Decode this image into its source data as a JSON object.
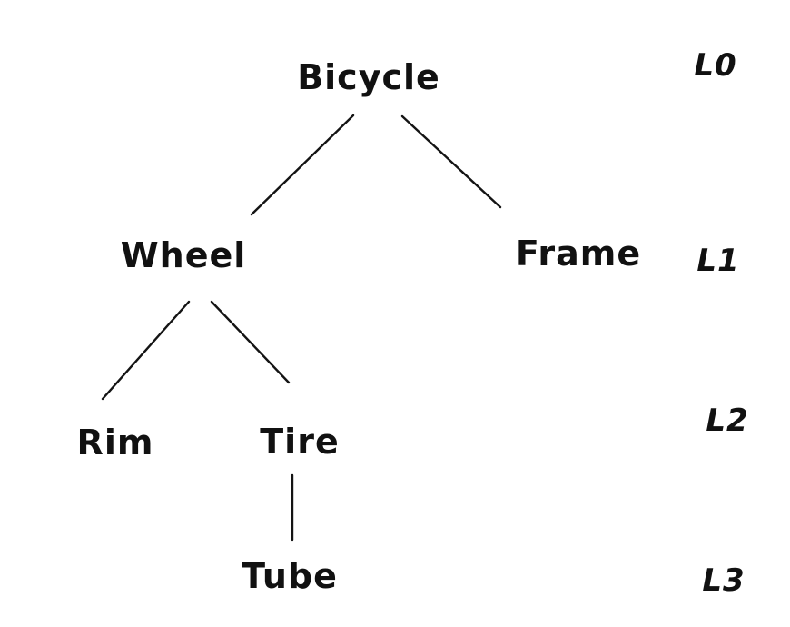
{
  "canvas": {
    "background_color": "#ffffff",
    "ink_color": "#141414",
    "style": "hand-drawn"
  },
  "diagram": {
    "type": "tree",
    "nodes": [
      {
        "id": "bicycle",
        "label": "Bicycle",
        "level": "L0",
        "parent": null
      },
      {
        "id": "wheel",
        "label": "Wheel",
        "level": "L1",
        "parent": "bicycle"
      },
      {
        "id": "frame",
        "label": "Frame",
        "level": "L1",
        "parent": "bicycle"
      },
      {
        "id": "rim",
        "label": "Rim",
        "level": "L2",
        "parent": "wheel"
      },
      {
        "id": "tire",
        "label": "Tire",
        "level": "L2",
        "parent": "wheel"
      },
      {
        "id": "tube",
        "label": "Tube",
        "level": "L3",
        "parent": "tire"
      }
    ],
    "edges": [
      {
        "from": "bicycle",
        "to": "wheel"
      },
      {
        "from": "bicycle",
        "to": "frame"
      },
      {
        "from": "wheel",
        "to": "rim"
      },
      {
        "from": "wheel",
        "to": "tire"
      },
      {
        "from": "tire",
        "to": "tube"
      }
    ],
    "level_labels": [
      {
        "label": "L0"
      },
      {
        "label": "L1"
      },
      {
        "label": "L2"
      },
      {
        "label": "L3"
      }
    ]
  }
}
